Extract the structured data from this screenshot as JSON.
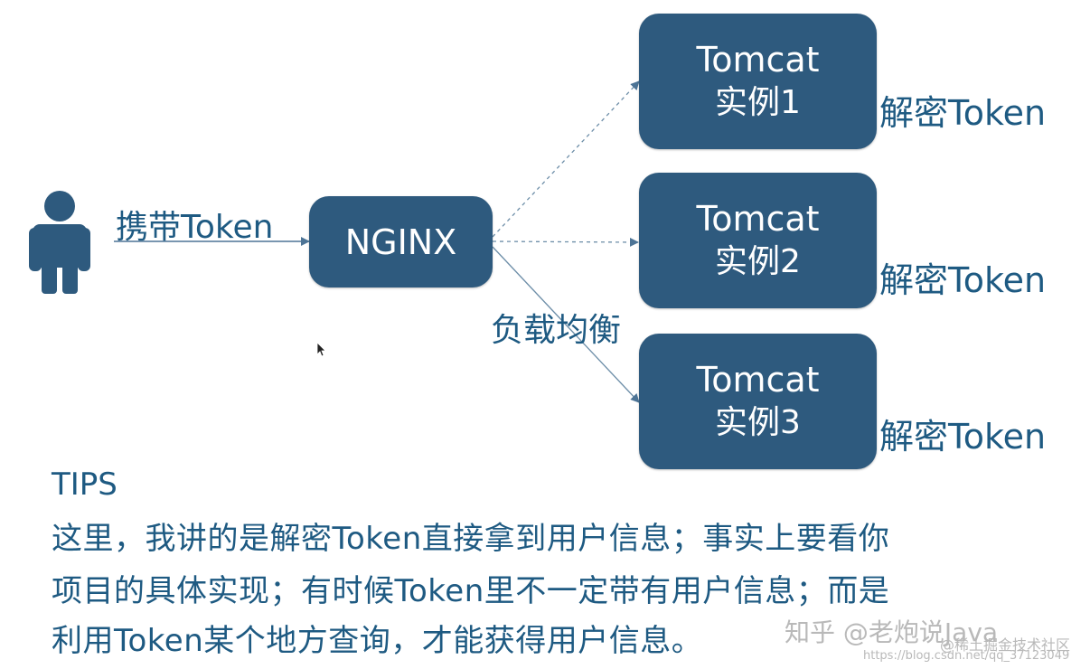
{
  "flow_label": "携带Token",
  "nginx_label": "NGINX",
  "lb_label": "负载均衡",
  "tomcats": [
    {
      "name": "Tomcat",
      "instance": "实例1",
      "action": "解密Token"
    },
    {
      "name": "Tomcat",
      "instance": "实例2",
      "action": "解密Token"
    },
    {
      "name": "Tomcat",
      "instance": "实例3",
      "action": "解密Token"
    }
  ],
  "tips": {
    "title": "TIPS",
    "lines": [
      "这里，我讲的是解密Token直接拿到用户信息；事实上要看你",
      "项目的具体实现；有时候Token里不一定带有用户信息；而是",
      "利用Token某个地方查询，才能获得用户信息。"
    ]
  },
  "watermarks": {
    "zhihu": "知乎 @老炮说Java",
    "site": "@稀土掘金技术社区",
    "csdn": "https://blog.csdn.net/qq_37123049"
  },
  "colors": {
    "box": "#2e5a7e",
    "text": "#1e5a82",
    "user_icon": "#2e5a7e",
    "line": "#6d8ea8"
  }
}
